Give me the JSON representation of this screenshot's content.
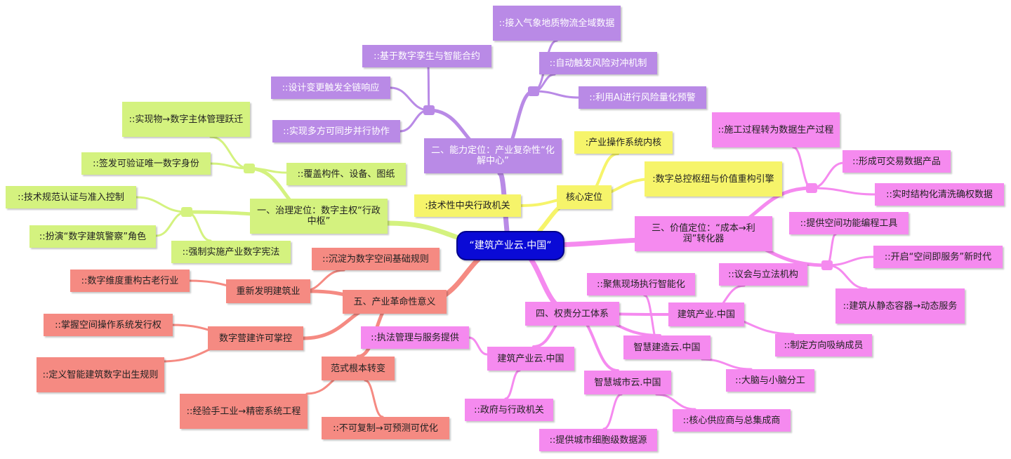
{
  "center": "“建筑产业云.中国”",
  "core": {
    "label": "核心定位",
    "central_agency": ":技术性中央行政机关",
    "os_kernel": ":产业操作系统内核",
    "control_hub": ":数字总控枢纽与价值重构引擎"
  },
  "governance": {
    "label": "一、治理定位：数字主权“行政中枢”",
    "cover": "::覆盖构件、设备、图纸",
    "transition": "::实现物→数字主体管理跃迁",
    "identity": "::签发可验证唯一数字身份",
    "certification": "::技术规范认证与准入控制",
    "police": "::扮演“数字建筑警察”角色",
    "constitution": "::强制实施产业数字宪法"
  },
  "capability": {
    "label": "二、能力定位：产业复杂性“化解中心”",
    "digital_twin": "::基于数字孪生与智能合约",
    "design_change": "::设计变更触发全链响应",
    "parallel": "::实现多方可同步并行协作",
    "data_access": "::接入气象地质物流全域数据",
    "hedge": "::自动触发风险对冲机制",
    "ai_warning": "::利用AI进行风险量化预警"
  },
  "value": {
    "label": "三、价值定位：“成本→利润”转化器",
    "process_data": "::施工过程转为数据生产过程",
    "tradable": "::形成可交易数据产品",
    "cleaning": "::实时结构化清洗确权数据",
    "space_tool": "::提供空间功能编程工具",
    "space_service": "::开启“空间即服务”新时代",
    "dynamic": "::建筑从静态容器→动态服务"
  },
  "roles": {
    "label": "四、权责分工体系",
    "industry_cn": "建筑产业.中国",
    "legislature": "::议会与立法机构",
    "direction": "::制定方向吸纳成员",
    "smart_build": "智慧建造云.中国",
    "field_exec": "::聚焦现场执行智能化",
    "brain": "::大脑与小脑分工",
    "industry_cloud": "建筑产业云.中国",
    "enforcement": "::执法管理与服务提供",
    "government": "::政府与行政机关",
    "smart_city": "智慧城市云.中国",
    "cell_data": "::提供城市细胞级数据源",
    "integrator": "::核心供应商与总集成商"
  },
  "revolution": {
    "label": "五、产业革命性意义",
    "reinvent": "重新发明建筑业",
    "space_rules": "::沉淀为数字空间基础规则",
    "reconstruct": "::数字维度重构古老行业",
    "permit": "数字营建许可掌控",
    "os_right": "::掌握空间操作系统发行权",
    "birth_rules": "::定义智能建筑数字出生规则",
    "paradigm": "范式根本转变",
    "handcraft": "::经验手工业→精密系统工程",
    "predictable": "::不可复制→可预测可优化"
  },
  "colors": {
    "center": "#0a0ad6",
    "core": "#f6f46a",
    "governance": "#d4f27f",
    "capability": "#b98ae6",
    "value": "#f58aef",
    "roles": "#f58aef",
    "revolution": "#f58a82"
  }
}
